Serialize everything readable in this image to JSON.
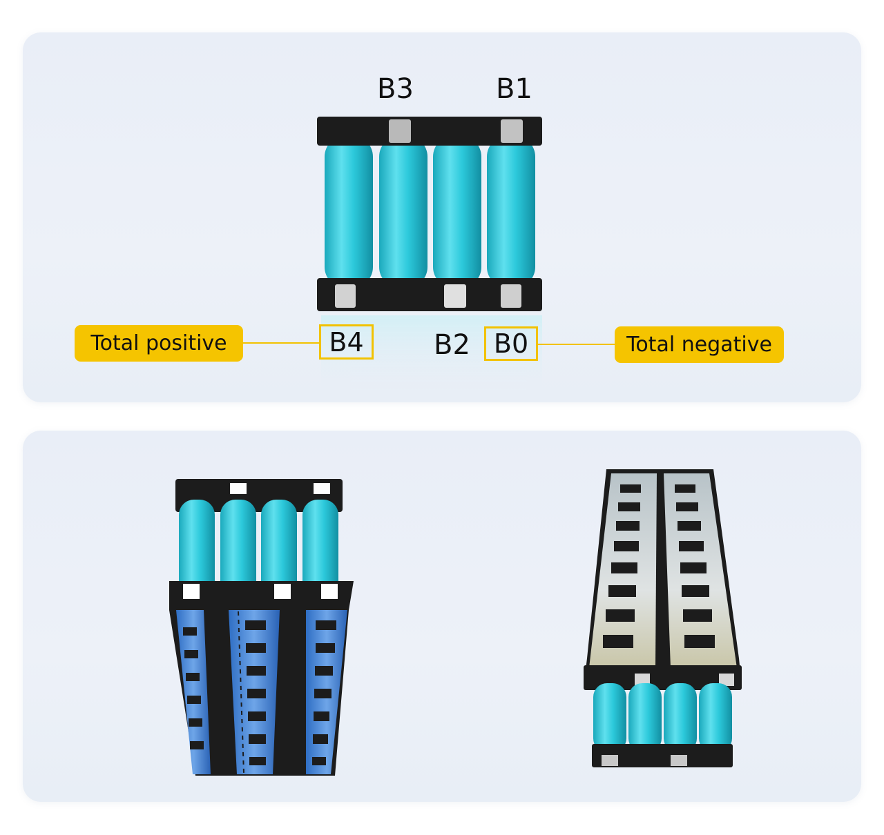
{
  "top_panel": {
    "terminals": {
      "b3": "B3",
      "b1": "B1",
      "b4": "B4",
      "b2": "B2",
      "b0": "B0"
    },
    "callouts": {
      "total_positive": "Total positive",
      "total_negative": "Total negative"
    }
  },
  "colors": {
    "accent": "#f5c400",
    "cell": "#27c6d8",
    "holder": "#1c1c1c",
    "busbar_blue": "#3d7fd4",
    "busbar_nickel": "#c9ced1"
  },
  "icons": {
    "front_view": "battery-pack-front-icon",
    "side_view_left": "battery-pack-blue-busbar-icon",
    "side_view_right": "battery-pack-nickel-busbar-icon"
  }
}
